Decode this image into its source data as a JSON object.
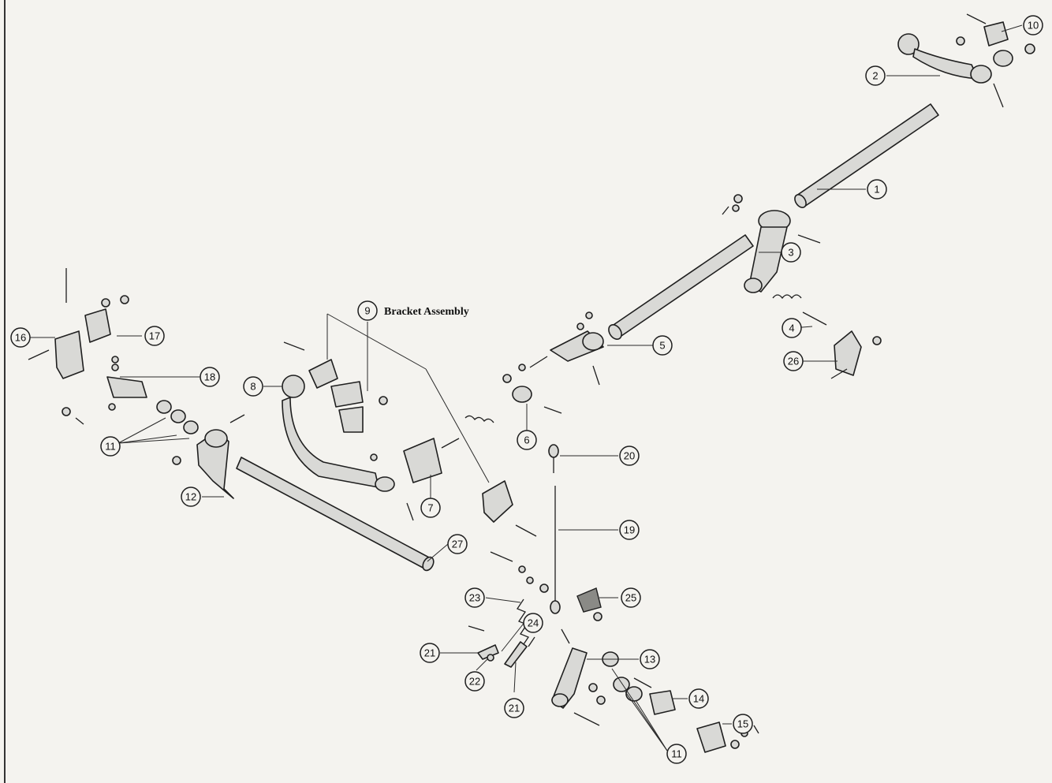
{
  "bracket_assembly_label": "Bracket Assembly",
  "callouts": [
    "1",
    "2",
    "3",
    "4",
    "5",
    "6",
    "7",
    "8",
    "9",
    "10",
    "11",
    "11",
    "11",
    "12",
    "13",
    "14",
    "15",
    "16",
    "17",
    "18",
    "19",
    "20",
    "21",
    "21",
    "22",
    "23",
    "24",
    "25",
    "26",
    "27"
  ]
}
